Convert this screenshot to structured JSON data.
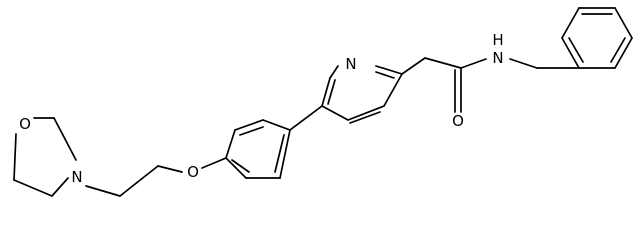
{
  "structure": {
    "atoms": {
      "N_amide": "N",
      "H_amide": "H",
      "O_carbonyl": "O",
      "N_pyridine": "N",
      "O_ether": "O",
      "O_morpholine": "O",
      "N_morpholine": "N"
    }
  }
}
